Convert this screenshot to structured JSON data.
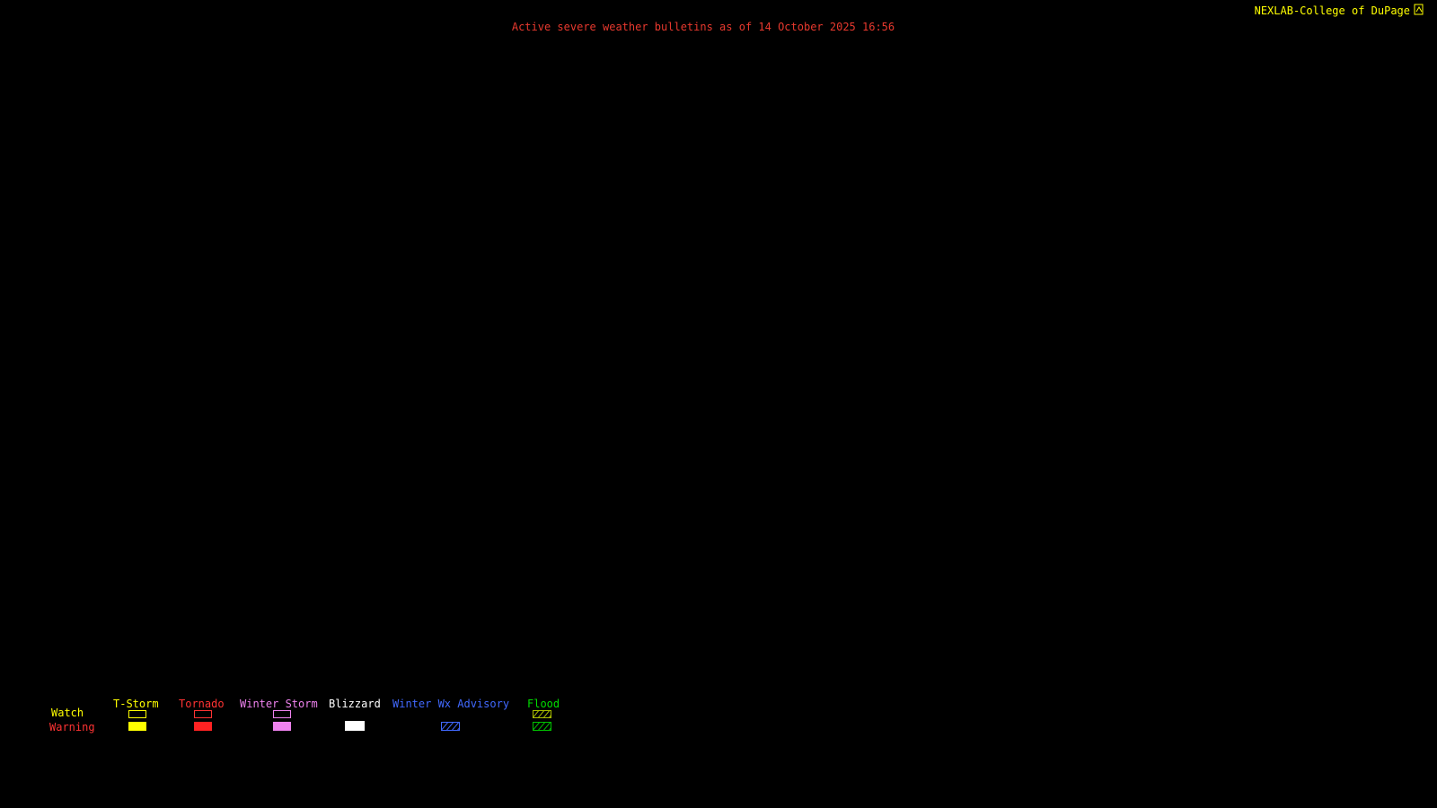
{
  "header": {
    "title": "Active severe weather bulletins as of 14 October 2025 16:56",
    "title_color": "#e8392e",
    "brand": "NEXLAB-College of DuPage",
    "brand_color": "#ffff00"
  },
  "legend": {
    "rows": [
      {
        "label": "Watch",
        "color": "#ffff00"
      },
      {
        "label": "Warning",
        "color": "#ff3333"
      }
    ],
    "columns": [
      {
        "label": "T-Storm",
        "color": "#ffff00",
        "watch_color": "#ffff00",
        "warning_color": "#ffff00",
        "watch_style": "outline",
        "warning_style": "fill"
      },
      {
        "label": "Tornado",
        "color": "#ff3333",
        "watch_color": "#ff3333",
        "warning_color": "#ff2222",
        "watch_style": "outline",
        "warning_style": "fill"
      },
      {
        "label": "Winter Storm",
        "color": "#ee82ee",
        "watch_color": "#ee82ee",
        "warning_color": "#ee82ee",
        "watch_style": "outline",
        "warning_style": "fill"
      },
      {
        "label": "Blizzard",
        "color": "#ffffff",
        "watch_color": "",
        "warning_color": "#ffffff",
        "watch_style": "none",
        "warning_style": "fill"
      },
      {
        "label": "Winter Wx Advisory",
        "color": "#4169ff",
        "watch_color": "",
        "warning_color": "#4169ff",
        "watch_style": "none",
        "warning_style": "hatch"
      },
      {
        "label": "Flood",
        "color": "#00dd00",
        "watch_color": "#aabf00",
        "warning_color": "#00c000",
        "watch_style": "hatch",
        "warning_style": "hatch"
      }
    ]
  }
}
